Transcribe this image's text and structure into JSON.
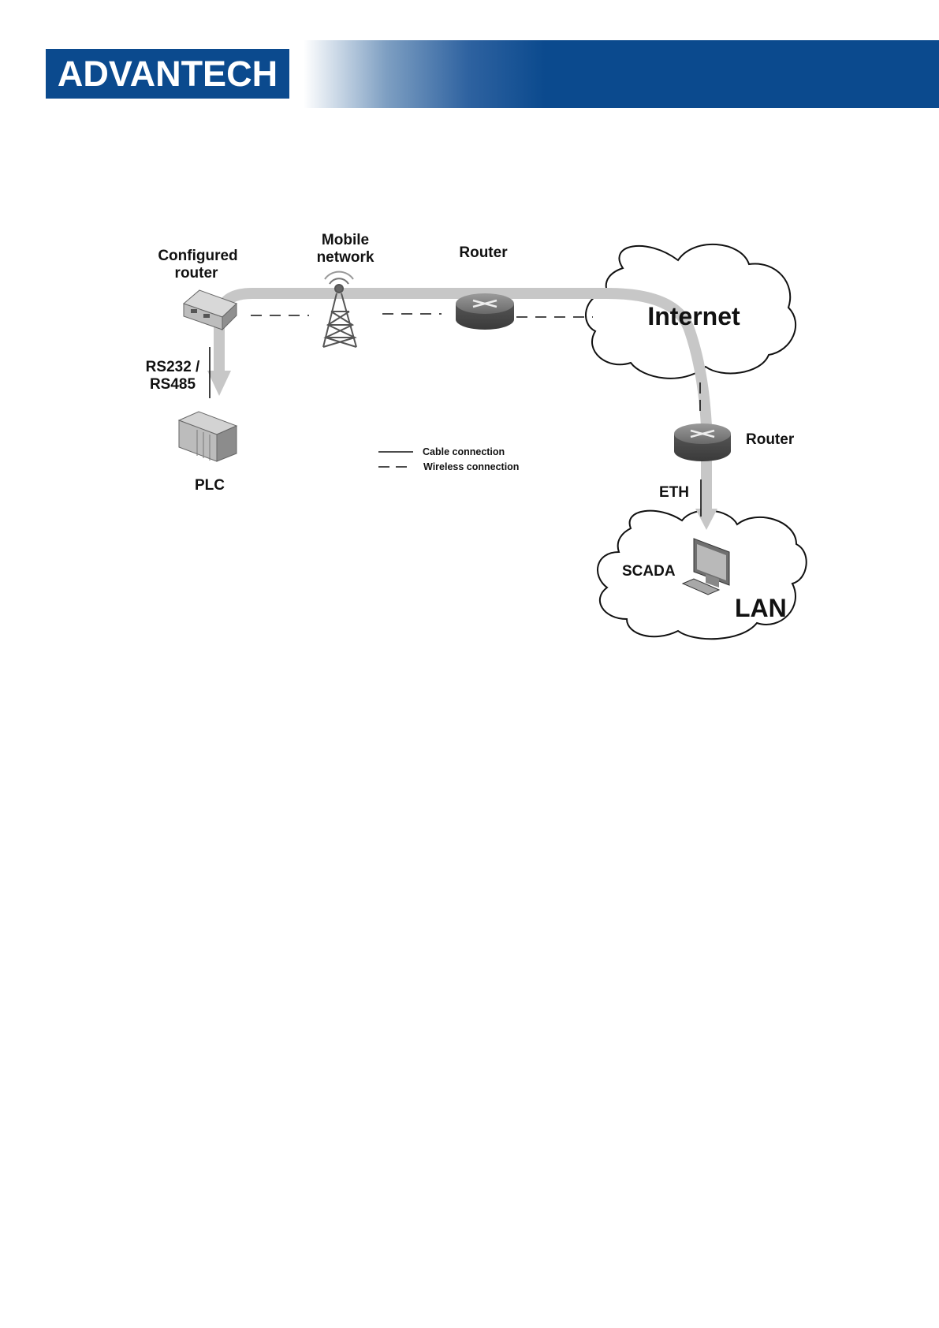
{
  "header": {
    "logo_text": "ADVANTECH",
    "brand_color": "#0b4a8e"
  },
  "diagram": {
    "labels": {
      "configured_router_1": "Configured",
      "configured_router_2": "router",
      "mobile_network_1": "Mobile",
      "mobile_network_2": "network",
      "router_top": "Router",
      "internet": "Internet",
      "rs_1": "RS232 /",
      "rs_2": "RS485",
      "plc": "PLC",
      "router_right": "Router",
      "eth": "ETH",
      "scada": "SCADA",
      "lan": "LAN"
    },
    "legend": {
      "cable": "Cable connection",
      "wireless": "Wireless connection"
    },
    "icons": [
      "configured-router-icon",
      "cell-tower-icon",
      "router-icon",
      "plc-icon",
      "computer-icon",
      "cloud-icon"
    ]
  }
}
